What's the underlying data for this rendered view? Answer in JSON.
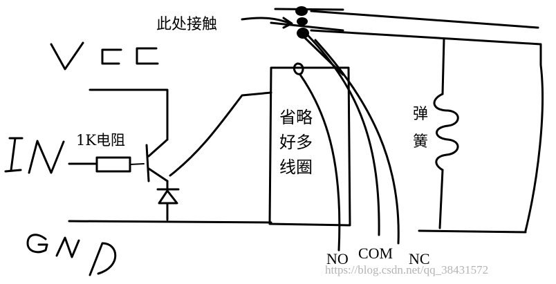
{
  "diagram": {
    "labels": {
      "contact_point": "此处接触",
      "resistor": "1K电阻",
      "coil_line1": "省略",
      "coil_line2": "好多",
      "coil_line3": "线圈",
      "spring_line1": "弹",
      "spring_line2": "簧",
      "no": "NO",
      "com": "COM",
      "nc": "NC"
    },
    "handwriting": {
      "vcc": "Vcc",
      "in": "IN",
      "gnd": "GND"
    },
    "watermark": "https://blog.csdn.net/qq_38431572"
  }
}
